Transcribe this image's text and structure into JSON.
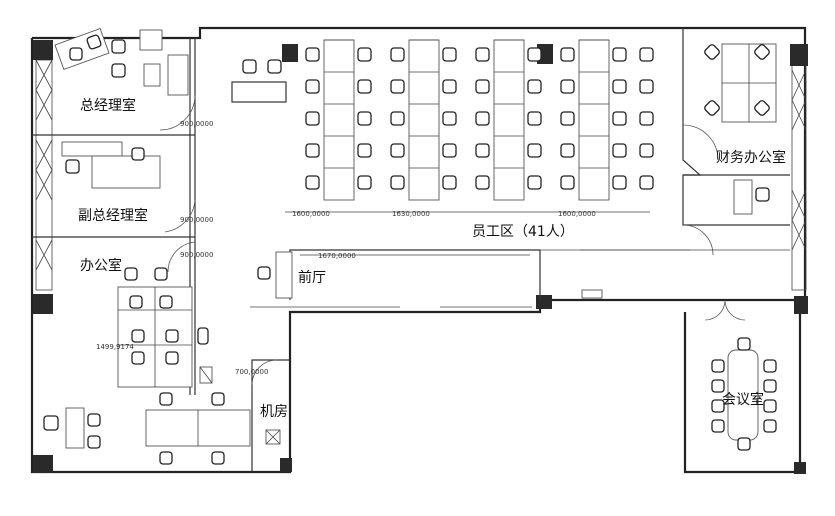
{
  "rooms": {
    "gm_office": "总经理室",
    "deputy_gm_office": "副总经理室",
    "office": "办公室",
    "lobby": "前厅",
    "server_room": "机房",
    "staff_area": "员工区（41人）",
    "finance_office": "财务办公室",
    "meeting_room": "会议室"
  },
  "dimensions": {
    "door_gm": "900,0000",
    "door_deputy": "900,0000",
    "door_office": "900,0000",
    "door_server": "700,0000",
    "desk_row_1": "1600,0000",
    "desk_row_2": "1630,0000",
    "desk_row_3": "1600,0000",
    "lobby_width": "1670,0000",
    "office_width": "1499,9174"
  }
}
